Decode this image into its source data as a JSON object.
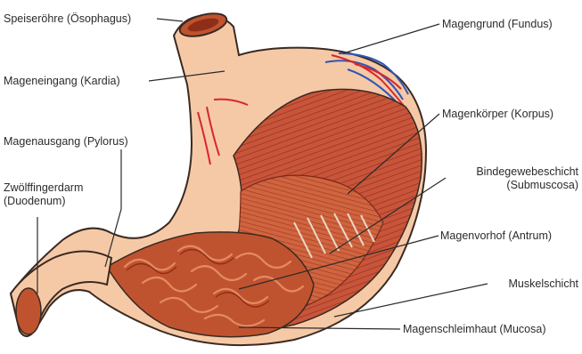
{
  "labels": {
    "esophagus": "Speiseröhre (Ösophagus)",
    "cardia": "Mageneingang (Kardia)",
    "pylorus": "Magenausgang (Pylorus)",
    "duodenum_1": "Zwölffingerdarm",
    "duodenum_2": "(Duodenum)",
    "fundus": "Magengrund (Fundus)",
    "corpus": "Magenkörper (Korpus)",
    "submucosa_1": "Bindegewebeschicht",
    "submucosa_2": "(Submuscosa)",
    "antrum": "Magenvorhof (Antrum)",
    "muscularis": "Muskelschicht",
    "mucosa": "Magenschleimhaut (Mucosa)"
  },
  "colors": {
    "outer_wall": "#f6c9a6",
    "muscle": "#c8553a",
    "muscle_dark": "#9a3522",
    "mucosa": "#c0532f",
    "fold_highlight": "#e48a62",
    "vessel_red": "#d8262b",
    "vessel_blue": "#2e56b8",
    "outline": "#3a2a22",
    "leader_line": "#2b2b2b"
  }
}
